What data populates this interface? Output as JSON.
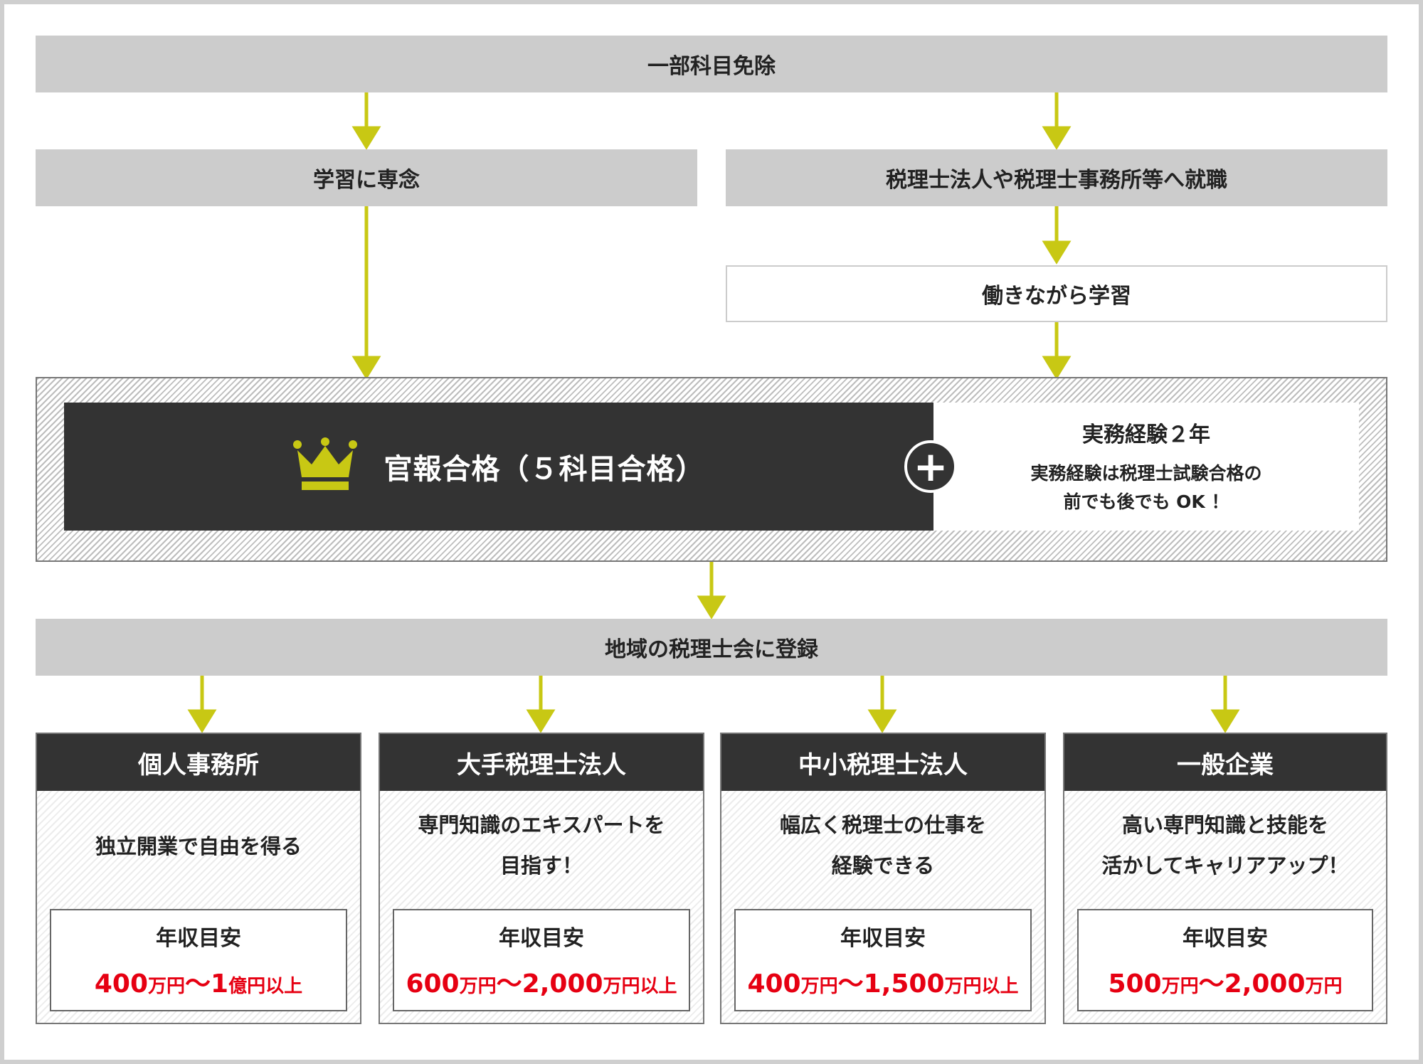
{
  "top": {
    "exempt": "一部科目免除"
  },
  "paths": {
    "study": "学習に専念",
    "employ": "税理士法人や税理士事務所等へ就職",
    "work_study": "働きながら学習"
  },
  "pass": {
    "label": "官報合格（５科目合格）",
    "experience_title": "実務経験２年",
    "experience_note_1": "実務経験は税理士試験合格の",
    "experience_note_2": "前でも後でも OK ！"
  },
  "register": "地域の税理士会に登録",
  "careers": [
    {
      "title": "個人事務所",
      "desc": [
        "独立開業で自由を得る"
      ],
      "salary_label": "年収目安",
      "salary": {
        "a": "400",
        "a_unit": "万円",
        "sep": "〜",
        "b": "1",
        "b_unit": "億円以上"
      }
    },
    {
      "title": "大手税理士法人",
      "desc": [
        "専門知識のエキスパートを",
        "目指す！"
      ],
      "salary_label": "年収目安",
      "salary": {
        "a": "600",
        "a_unit": "万円",
        "sep": "〜",
        "b": "2,000",
        "b_unit": "万円以上"
      }
    },
    {
      "title": "中小税理士法人",
      "desc": [
        "幅広く税理士の仕事を",
        "経験できる"
      ],
      "salary_label": "年収目安",
      "salary": {
        "a": "400",
        "a_unit": "万円",
        "sep": "〜",
        "b": "1,500",
        "b_unit": "万円以上"
      }
    },
    {
      "title": "一般企業",
      "desc": [
        "高い専門知識と技能を",
        "活かしてキャリアアップ！"
      ],
      "salary_label": "年収目安",
      "salary": {
        "a": "500",
        "a_unit": "万円",
        "sep": "〜",
        "b": "2,000",
        "b_unit": "万円"
      }
    }
  ],
  "colors": {
    "arrow": "#c8c814",
    "crown": "#c8c814",
    "salary": "#e60012",
    "dark": "#333333",
    "gray": "#cccccc"
  },
  "icons": {
    "crown": "crown-icon",
    "plus": "plus-icon"
  }
}
